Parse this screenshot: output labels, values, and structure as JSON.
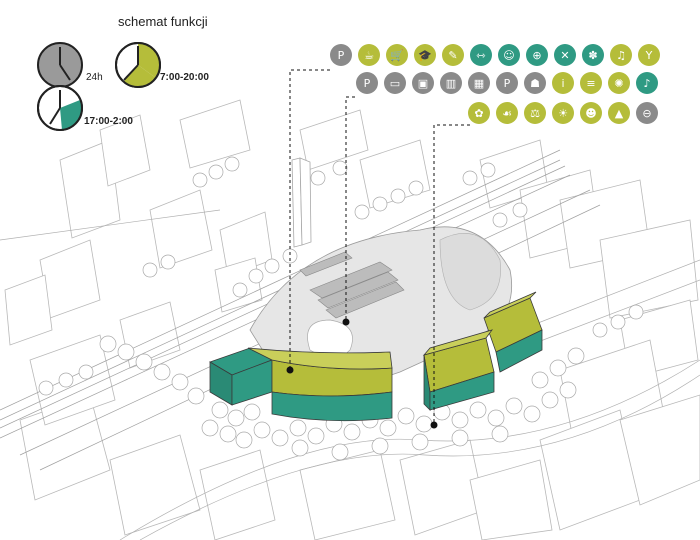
{
  "legend": {
    "title": "schemat funkcji",
    "clocks": [
      {
        "label": "24h",
        "color": "#9a9a9a",
        "kind": "full"
      },
      {
        "label": "7:00-20:00",
        "color": "#b5bd3a",
        "kind": "day"
      },
      {
        "label": "17:00-2:00",
        "color": "#2f9a83",
        "kind": "night"
      }
    ]
  },
  "colors": {
    "green": "#b5bd3a",
    "grey": "#8a8a8a",
    "teal": "#2f9a83",
    "line": "#9a9a9a",
    "plaza": "#e6e6e6"
  },
  "icon_rows": [
    {
      "name": "row-1",
      "icons": [
        {
          "name": "parking-icon",
          "glyph": "P",
          "tone": "grey"
        },
        {
          "name": "coffee-icon",
          "glyph": "☕",
          "tone": "green"
        },
        {
          "name": "shopping-cart-icon",
          "glyph": "🛒",
          "tone": "green"
        },
        {
          "name": "graduation-cap-icon",
          "glyph": "🎓",
          "tone": "green"
        },
        {
          "name": "pencil-icon",
          "glyph": "✎",
          "tone": "green"
        },
        {
          "name": "dumbbell-icon",
          "glyph": "⇿",
          "tone": "teal"
        },
        {
          "name": "jump-rope-icon",
          "glyph": "☺",
          "tone": "teal"
        },
        {
          "name": "basketball-icon",
          "glyph": "⊕",
          "tone": "teal"
        },
        {
          "name": "cutlery-icon",
          "glyph": "✕",
          "tone": "teal"
        },
        {
          "name": "palette-icon",
          "glyph": "✽",
          "tone": "teal"
        },
        {
          "name": "music-icon",
          "glyph": "♫",
          "tone": "green"
        },
        {
          "name": "cocktail-icon",
          "glyph": "Y",
          "tone": "green"
        }
      ]
    },
    {
      "name": "row-2",
      "icons": [
        {
          "name": "parking-icon",
          "glyph": "P",
          "tone": "grey"
        },
        {
          "name": "car-icon",
          "glyph": "▭",
          "tone": "grey"
        },
        {
          "name": "bus-icon",
          "glyph": "▣",
          "tone": "grey"
        },
        {
          "name": "train-icon",
          "glyph": "▥",
          "tone": "grey"
        },
        {
          "name": "metro-icon",
          "glyph": "▦",
          "tone": "grey"
        },
        {
          "name": "bike-parking-icon",
          "glyph": "P",
          "tone": "grey"
        },
        {
          "name": "pedestrian-icon",
          "glyph": "☗",
          "tone": "grey"
        },
        {
          "name": "info-icon",
          "glyph": "i",
          "tone": "green"
        },
        {
          "name": "bench-icon",
          "glyph": "≡",
          "tone": "green"
        },
        {
          "name": "cinema-icon",
          "glyph": "✺",
          "tone": "green"
        },
        {
          "name": "microphone-icon",
          "glyph": "♪",
          "tone": "teal"
        }
      ]
    },
    {
      "name": "row-3",
      "icons": [
        {
          "name": "gardening-icon",
          "glyph": "✿",
          "tone": "green"
        },
        {
          "name": "dog-walk-icon",
          "glyph": "☙",
          "tone": "green"
        },
        {
          "name": "seesaw-icon",
          "glyph": "⚖",
          "tone": "green"
        },
        {
          "name": "playground-icon",
          "glyph": "☀",
          "tone": "green"
        },
        {
          "name": "family-icon",
          "glyph": "☻",
          "tone": "green"
        },
        {
          "name": "tree-icon",
          "glyph": "▲",
          "tone": "green"
        },
        {
          "name": "grill-icon",
          "glyph": "⊖",
          "tone": "grey"
        }
      ]
    }
  ]
}
